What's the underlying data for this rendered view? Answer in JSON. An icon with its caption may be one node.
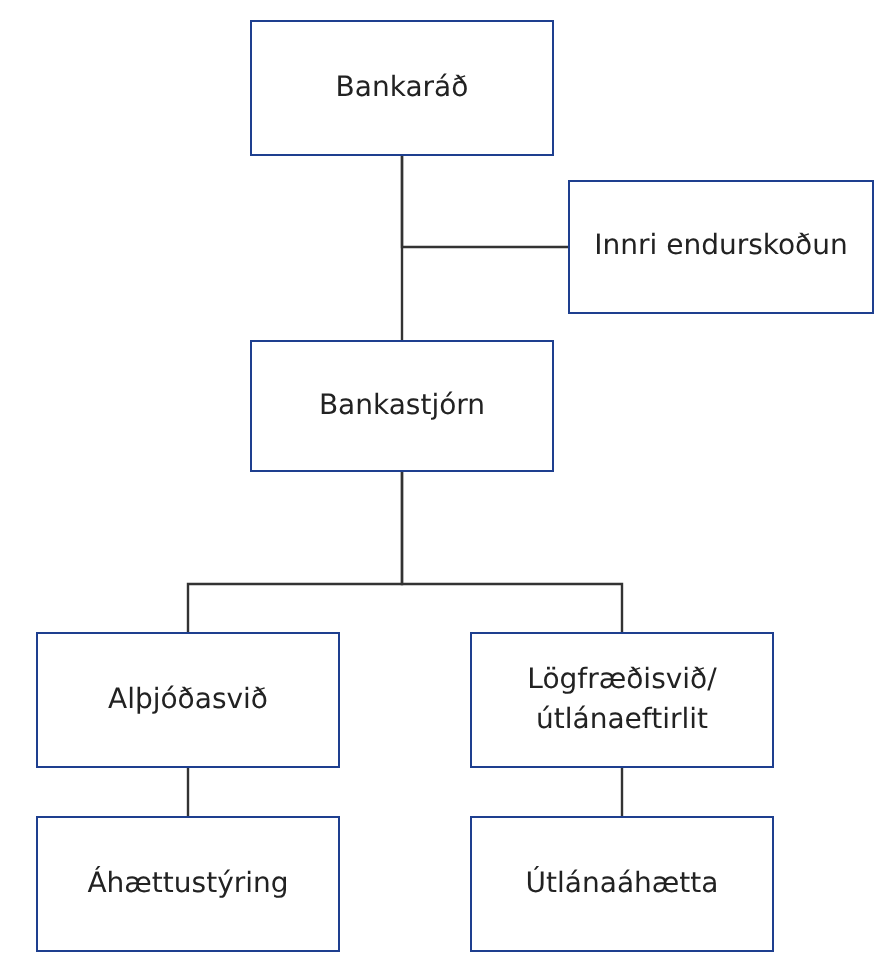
{
  "diagram": {
    "nodes": [
      {
        "text": [
          "Bankaráð"
        ]
      },
      {
        "text": [
          "Innri endurskoðun"
        ]
      },
      {
        "text": [
          "Bankastjórn"
        ]
      },
      {
        "text": [
          "Alþjóðasvið"
        ]
      },
      {
        "text": [
          "Lögfræðisvið/ útlánaeftirlit"
        ]
      },
      {
        "text": [
          "Áhættustýring"
        ]
      },
      {
        "text": [
          "Útlánaáhætta"
        ]
      }
    ],
    "edges": [
      {
        "from": 0,
        "to": 2,
        "arrow": "none"
      },
      {
        "from": 0,
        "to": 1,
        "arrow": "none"
      },
      {
        "from": 2,
        "to": 3,
        "arrow": "none"
      },
      {
        "from": 2,
        "to": 4,
        "arrow": "none"
      },
      {
        "from": 3,
        "to": 5,
        "arrow": "none"
      },
      {
        "from": 4,
        "to": 6,
        "arrow": "none"
      }
    ]
  }
}
